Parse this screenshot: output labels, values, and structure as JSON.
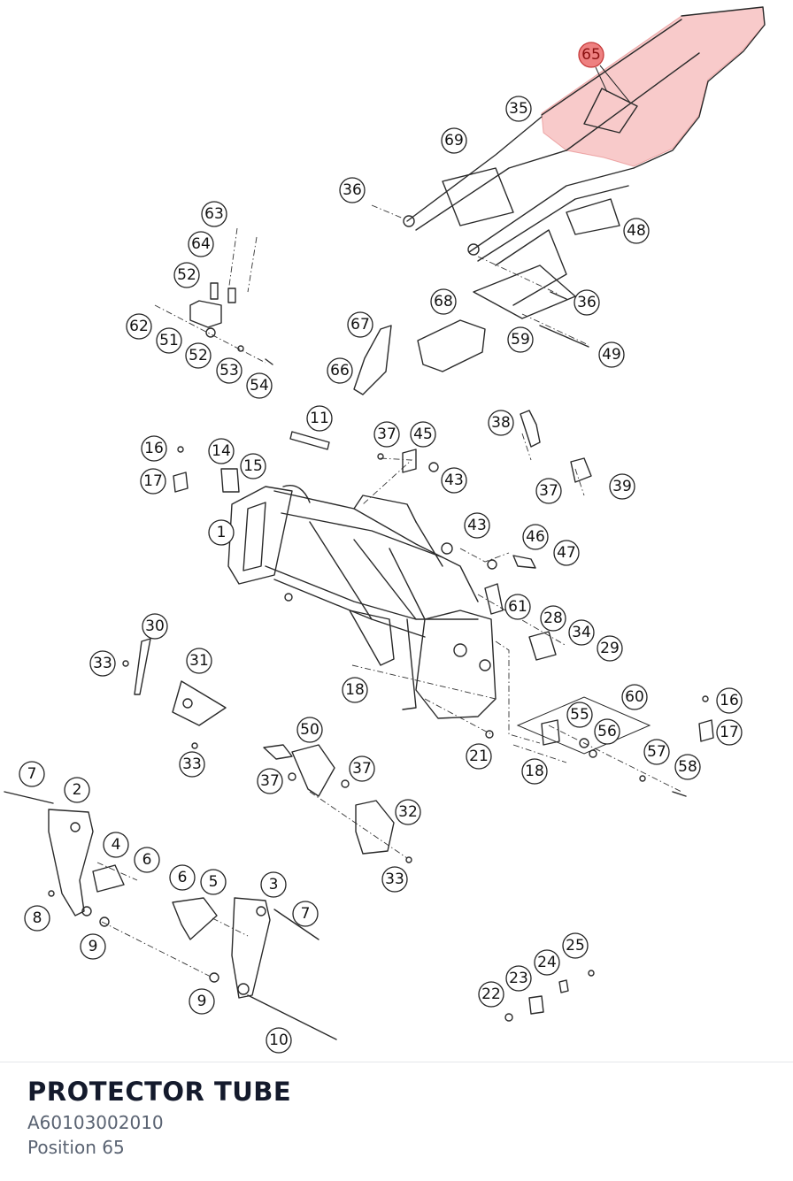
{
  "diagram": {
    "highlighted_label": "65",
    "callouts": [
      "65",
      "35",
      "69",
      "36",
      "48",
      "36",
      "59",
      "49",
      "68",
      "67",
      "66",
      "63",
      "64",
      "52",
      "62",
      "51",
      "52",
      "53",
      "54",
      "11",
      "37",
      "45",
      "43",
      "38",
      "37",
      "39",
      "16",
      "14",
      "15",
      "17",
      "1",
      "43",
      "46",
      "47",
      "61",
      "28",
      "34",
      "29",
      "30",
      "33",
      "31",
      "18",
      "60",
      "55",
      "56",
      "16",
      "17",
      "57",
      "58",
      "18",
      "21",
      "33",
      "50",
      "37",
      "37",
      "32",
      "33",
      "7",
      "2",
      "4",
      "6",
      "6",
      "5",
      "3",
      "7",
      "8",
      "9",
      "9",
      "10",
      "25",
      "24",
      "23",
      "22"
    ]
  },
  "part": {
    "title": "PROTECTOR TUBE",
    "number": "A60103002010",
    "position": "Position 65"
  }
}
